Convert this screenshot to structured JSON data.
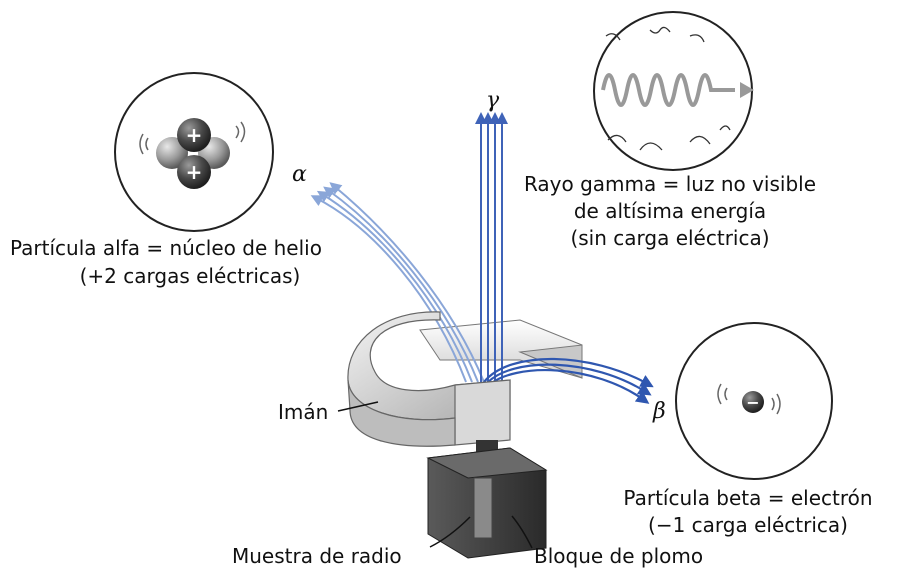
{
  "greek": {
    "alpha": "α",
    "gamma": "γ",
    "beta": "β"
  },
  "alpha_label": {
    "line1": "Partícula alfa = núcleo de helio",
    "line2": "(+2 cargas eléctricas)"
  },
  "gamma_label": {
    "line1": "Rayo gamma = luz no visible",
    "line2": "de altísima energía",
    "line3": "(sin carga eléctrica)"
  },
  "beta_label": {
    "line1": "Partícula beta = electrón",
    "line2": "(−1 carga eléctrica)"
  },
  "parts": {
    "magnet": "Imán",
    "sample": "Muestra de radio",
    "block": "Bloque de plomo"
  },
  "charges": {
    "plus": "+",
    "minus": "−"
  },
  "colors": {
    "alpha_ray": "#8aa6d8",
    "gamma_ray": "#3f63b8",
    "beta_ray": "#2f57b0",
    "circle_stroke": "#222222"
  }
}
